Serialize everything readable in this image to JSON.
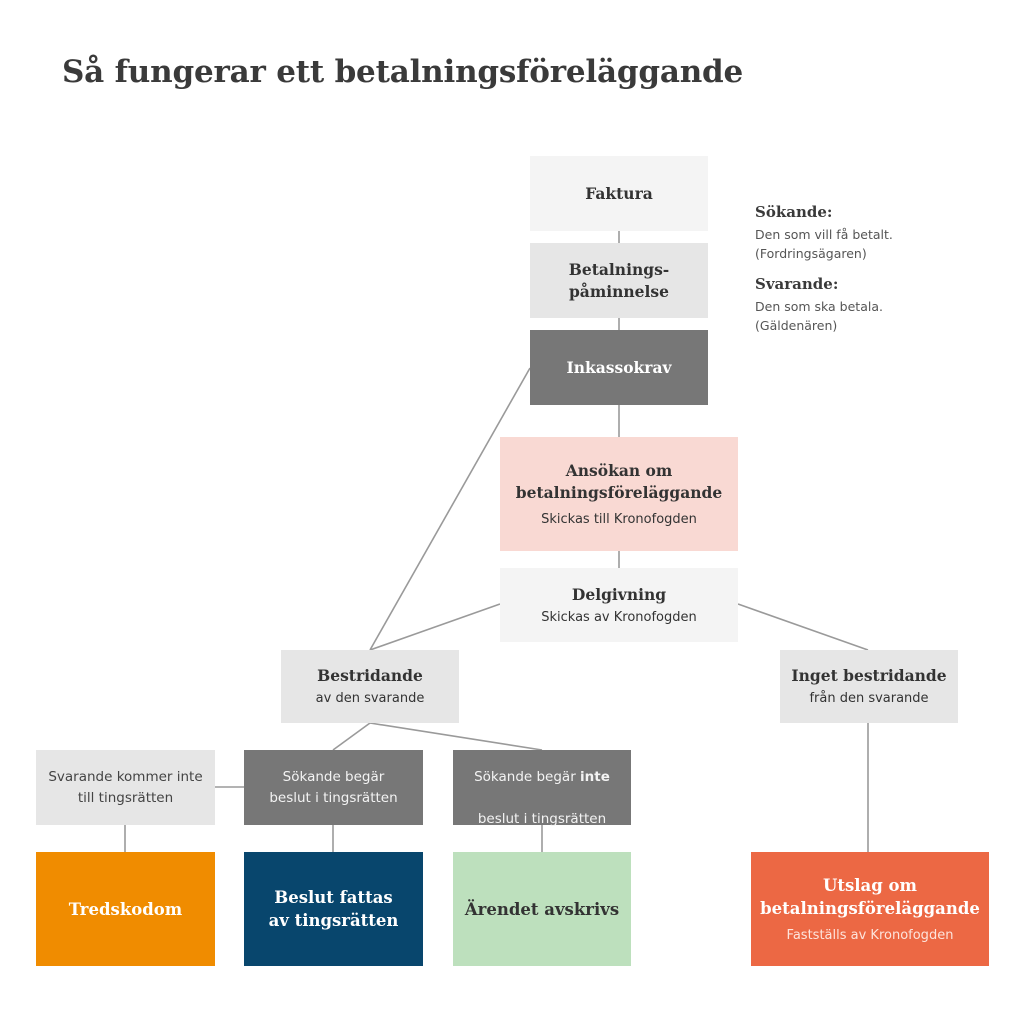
{
  "title": "Så fungerar ett betalningsföreläggande",
  "colors": {
    "line": "#9a9a9a",
    "light_gray": "#f4f4f4",
    "mid_gray": "#e6e6e6",
    "dark_gray": "#777777",
    "pink": "#f9d9d3",
    "orange": "#f08c00",
    "navy": "#08466d",
    "light_green": "#bde0bd",
    "red_orange": "#ec6844"
  },
  "legend": [
    {
      "term": "Sökande:",
      "description": "Den som vill få betalt.\n(Fordringsägaren)"
    },
    {
      "term": "Svarande:",
      "description": "Den som ska betala.\n(Gäldenären)"
    }
  ],
  "nodes": {
    "faktura": {
      "title": "Faktura"
    },
    "betalningspaminnelse": {
      "title": "Betalnings-\npåminnelse"
    },
    "inkassokrav": {
      "title": "Inkassokrav"
    },
    "ansokan": {
      "title": "Ansökan om\nbetalningsföreläggande",
      "subtitle": "Skickas till  Kronofogden"
    },
    "delgivning": {
      "title": "Delgivning",
      "subtitle": "Skickas av Kronofogden"
    },
    "bestridande": {
      "title": "Bestridande",
      "subtitle": "av den svarande"
    },
    "inget_bestridande": {
      "title": "Inget bestridande",
      "subtitle": "från den svarande"
    },
    "svarande_kommer_inte": {
      "text": "Svarande kommer inte\ntill tingsrätten"
    },
    "sokande_begar": {
      "text": "Sökande begär\nbeslut i tingsrätten"
    },
    "sokande_begar_inte": {
      "line1_prefix": "Sökande begär ",
      "line1_emph": "inte",
      "line2": "beslut i tingsrätten"
    },
    "tredskodom": {
      "title": "Tredskodom"
    },
    "beslut_fattas": {
      "title": "Beslut fattas\nav tingsrätten"
    },
    "arendet_avskrivs": {
      "title": "Ärendet avskrivs"
    },
    "utslag": {
      "title": "Utslag om\nbetalningsföreläggande",
      "subtitle": "Fastställs av  Kronofogden"
    }
  }
}
